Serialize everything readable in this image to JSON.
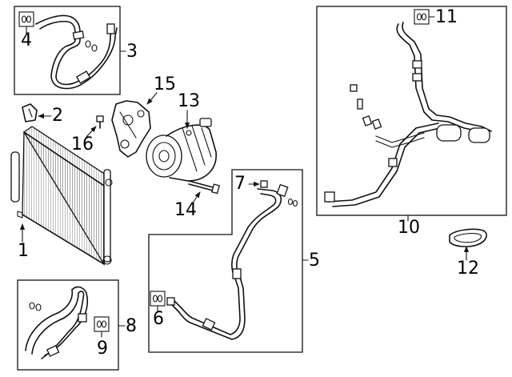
{
  "callouts": {
    "c1": "1",
    "c2": "2",
    "c3": "3",
    "c4": "4",
    "c5": "5",
    "c6": "6",
    "c7": "7",
    "c8": "8",
    "c9": "9",
    "c10": "10",
    "c11": "11",
    "c12": "12",
    "c13": "13",
    "c14": "14",
    "c15": "15",
    "c16": "16"
  },
  "colors": {
    "ink": "#111111",
    "background": "#ffffff"
  }
}
